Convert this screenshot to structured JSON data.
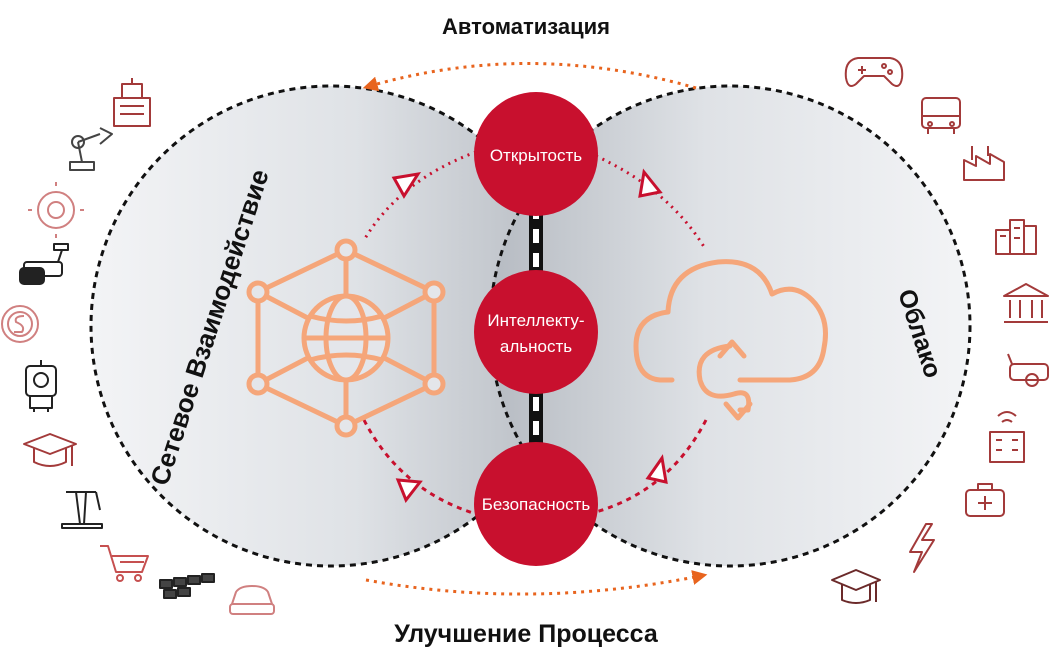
{
  "top_label": "Автоматизация",
  "bottom_label": "Улучшение Процесса",
  "left_label": "Сетевое Взаимодействие",
  "right_label": "Облако",
  "center_nodes": [
    {
      "lines": [
        "Открытость"
      ]
    },
    {
      "lines": [
        "Интеллекту-",
        "альность"
      ]
    },
    {
      "lines": [
        "Безопасность"
      ]
    }
  ],
  "left_icons": [
    "building-icon",
    "robot-arm-icon",
    "gear-refresh-icon",
    "security-camera-icon",
    "coin-icon",
    "robot-icon",
    "graduation-cap-icon",
    "oil-pump-icon",
    "shopping-cart-icon",
    "solar-panel-icon",
    "car-icon"
  ],
  "right_icons": [
    "gamepad-icon",
    "bus-icon",
    "factory-icon",
    "city-buildings-icon",
    "bank-icon",
    "security-camera-icon",
    "smart-building-icon",
    "first-aid-icon",
    "lightning-icon",
    "graduation-cap-icon"
  ],
  "colors": {
    "accent_red": "#c8102e",
    "dotted_red": "#c8102e",
    "orange_arrow": "#e8641e",
    "peach_icon": "#f5a67a",
    "icon_stroke": "#a33a3a",
    "circle_fill_light": "#eceef1",
    "circle_fill_dark": "#b7bcc3"
  }
}
